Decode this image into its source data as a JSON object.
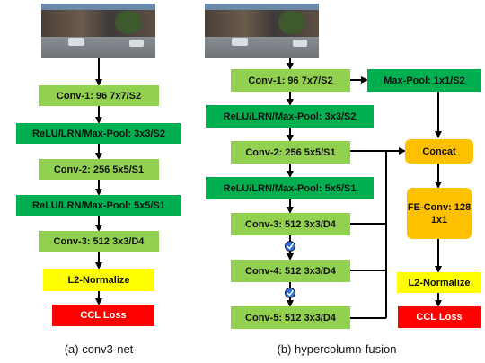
{
  "left": {
    "boxes": [
      {
        "key": "conv1",
        "label": "Conv-1: 96 7x7/S2"
      },
      {
        "key": "relu1",
        "label": "ReLU/LRN/Max-Pool: 3x3/S2"
      },
      {
        "key": "conv2",
        "label": "Conv-2: 256 5x5/S1"
      },
      {
        "key": "relu2",
        "label": "ReLU/LRN/Max-Pool: 5x5/S1"
      },
      {
        "key": "conv3",
        "label": "Conv-3: 512 3x3/D4"
      },
      {
        "key": "l2",
        "label": "L2-Normalize"
      },
      {
        "key": "ccl",
        "label": "CCL Loss"
      }
    ],
    "caption": "(a) conv3-net"
  },
  "right": {
    "boxes": [
      {
        "key": "conv1",
        "label": "Conv-1: 96 7x7/S2"
      },
      {
        "key": "maxpool",
        "label": "Max-Pool: 1x1/S2"
      },
      {
        "key": "relu1",
        "label": "ReLU/LRN/Max-Pool: 3x3/S2"
      },
      {
        "key": "conv2",
        "label": "Conv-2: 256 5x5/S1"
      },
      {
        "key": "concat",
        "label": "Concat"
      },
      {
        "key": "relu2",
        "label": "ReLU/LRN/Max-Pool: 5x5/S1"
      },
      {
        "key": "feconv",
        "label": "FE-Conv: 128 1x1"
      },
      {
        "key": "conv3",
        "label": "Conv-3: 512 3x3/D4"
      },
      {
        "key": "conv4",
        "label": "Conv-4: 512 3x3/D4"
      },
      {
        "key": "conv5",
        "label": "Conv-5: 512 3x3/D4"
      },
      {
        "key": "l2",
        "label": "L2-Normalize"
      },
      {
        "key": "ccl",
        "label": "CCL Loss"
      }
    ],
    "caption": "(b) hypercolumn-fusion"
  },
  "colors": {
    "light_green": "#92d050",
    "dark_green": "#00b050",
    "orange": "#ffc000",
    "yellow": "#ffff00",
    "red": "#ff0000",
    "relu_circle": "#2f6fd6"
  }
}
